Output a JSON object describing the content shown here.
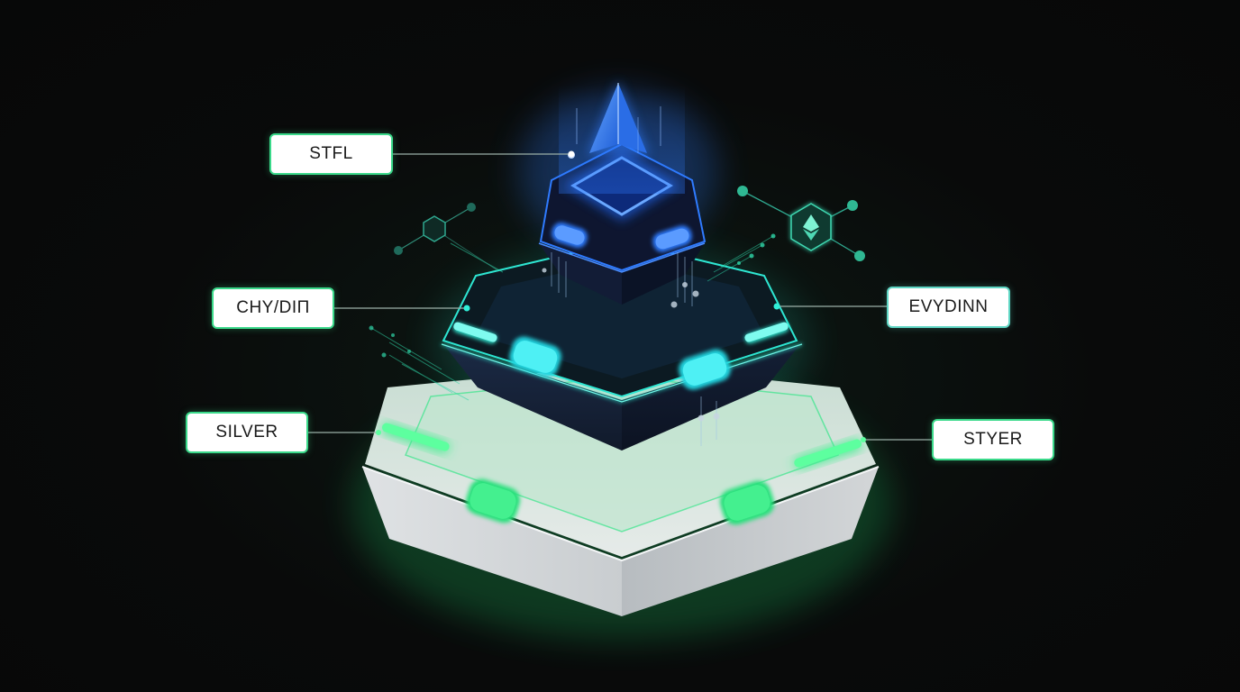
{
  "labels": {
    "top_left": "STFL",
    "middle_left": "CHY/DIП",
    "middle_right": "EVYDINN",
    "bottom_left": "SILVER",
    "bottom_right": "STYER"
  },
  "icons": {
    "top": "blue-glowing-pyramid-tip-icon",
    "network_left": "hexagon-node-network-icon",
    "network_right": "ethereum-diamond-hexagon-icon"
  },
  "colors": {
    "background": "#0a0b0b",
    "top_tier_glow": "#2f7bff",
    "middle_tier_glow": "#28e6d0",
    "base_tier_glow": "#2ee87a",
    "base_surface": "#d9dcdf"
  }
}
